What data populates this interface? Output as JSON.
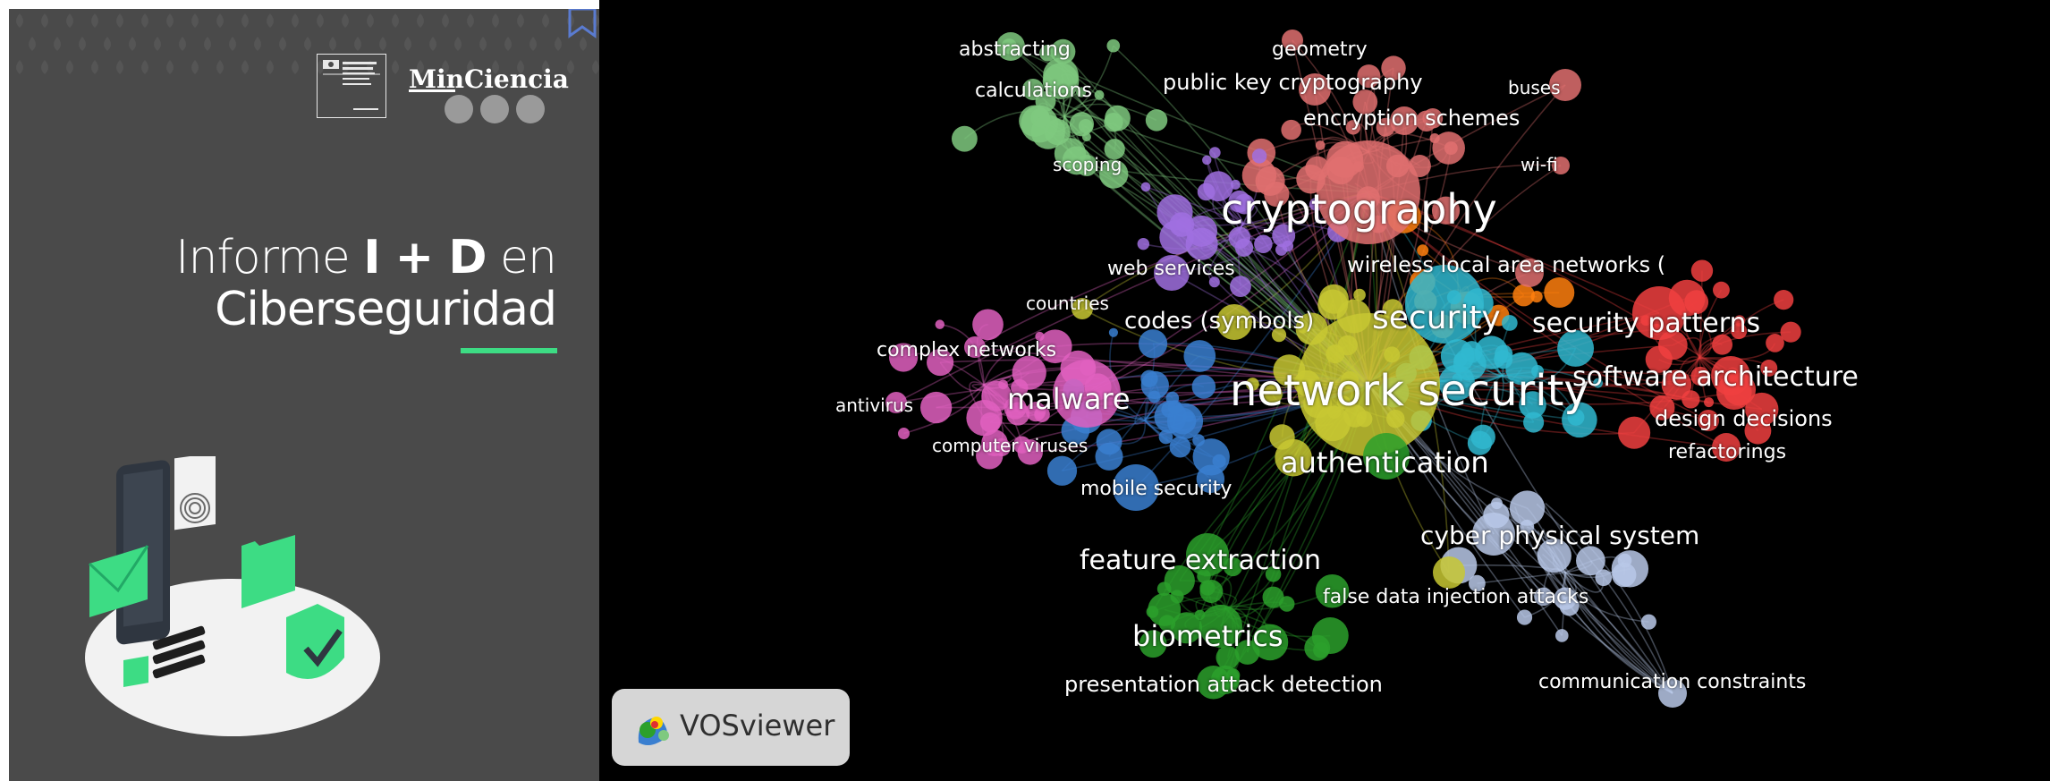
{
  "cover": {
    "brand": "MinCiencia",
    "title_plain": "Informe ",
    "title_bold": "I + D",
    "title_end": " en",
    "title_line2": "Ciberseguridad",
    "accent_color": "#3ddc84",
    "background_color": "#4a4a4a"
  },
  "network": {
    "background_color": "#000000",
    "cluster_colors": [
      "#2ca02c",
      "#7fc97f",
      "#e07070",
      "#f04040",
      "#ff7f0e",
      "#a070e0",
      "#e060c0",
      "#c8c832",
      "#3a7fd0",
      "#30b8d0",
      "#b8c8e8"
    ],
    "terms": [
      {
        "id": "cryptography",
        "label": "cryptography"
      },
      {
        "id": "network_security",
        "label": "network security"
      },
      {
        "id": "security",
        "label": "security"
      },
      {
        "id": "malware",
        "label": "malware"
      },
      {
        "id": "authentication",
        "label": "authentication"
      },
      {
        "id": "security_patterns",
        "label": "security patterns"
      },
      {
        "id": "software_architecture",
        "label": "software architecture"
      },
      {
        "id": "feature_extraction",
        "label": "feature extraction"
      },
      {
        "id": "biometrics",
        "label": "biometrics"
      },
      {
        "id": "cyber_physical_system",
        "label": "cyber physical system"
      },
      {
        "id": "codes_symbols",
        "label": "codes (symbols)"
      },
      {
        "id": "wireless_lan",
        "label": "wireless local area networks ("
      },
      {
        "id": "web_services",
        "label": "web services"
      },
      {
        "id": "countries",
        "label": "countries"
      },
      {
        "id": "complex_networks",
        "label": "complex networks"
      },
      {
        "id": "antivirus",
        "label": "antivirus"
      },
      {
        "id": "computer_viruses",
        "label": "computer viruses"
      },
      {
        "id": "mobile_security",
        "label": "mobile security"
      },
      {
        "id": "false_data_injection",
        "label": "false data injection attacks"
      },
      {
        "id": "presentation_attack",
        "label": "presentation attack detection"
      },
      {
        "id": "communication_constraints",
        "label": "communication constraints"
      },
      {
        "id": "design_decisions",
        "label": "design decisions"
      },
      {
        "id": "refactorings",
        "label": "refactorings"
      },
      {
        "id": "abstracting",
        "label": "abstracting"
      },
      {
        "id": "calculations",
        "label": "calculations"
      },
      {
        "id": "scoping",
        "label": "scoping"
      },
      {
        "id": "geometry",
        "label": "geometry"
      },
      {
        "id": "public_key_cryptography",
        "label": "public key cryptography"
      },
      {
        "id": "encryption_schemes",
        "label": "encryption schemes"
      },
      {
        "id": "buses",
        "label": "buses"
      },
      {
        "id": "wi_fi",
        "label": "wi-fi"
      }
    ]
  },
  "badge": {
    "label": "VOSviewer",
    "logo_icon": "vosviewer-logo-icon"
  }
}
